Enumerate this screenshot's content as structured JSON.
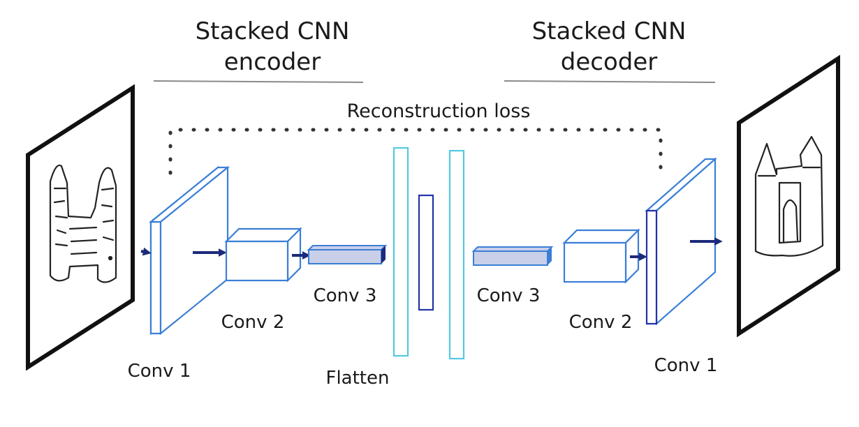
{
  "encoder": {
    "title_line1": "Stacked CNN",
    "title_line2": "encoder"
  },
  "decoder": {
    "title_line1": "Stacked CNN",
    "title_line2": "decoder"
  },
  "loss_label": "Reconstruction loss",
  "encoder_layers": {
    "conv1": "Conv 1",
    "conv2": "Conv 2",
    "conv3": "Conv 3"
  },
  "bottleneck_label": "Flatten",
  "decoder_layers": {
    "conv3": "Conv 3",
    "conv2": "Conv 2",
    "conv1": "Conv 1"
  },
  "colors": {
    "layer_stroke": "#3a7fd6",
    "layer_stroke_dark": "#2233aa",
    "flatten_stroke": "#55c8e0",
    "arrow": "#1b2a7a",
    "frame": "#111111",
    "conv3_fill": "#c9cfe8"
  }
}
